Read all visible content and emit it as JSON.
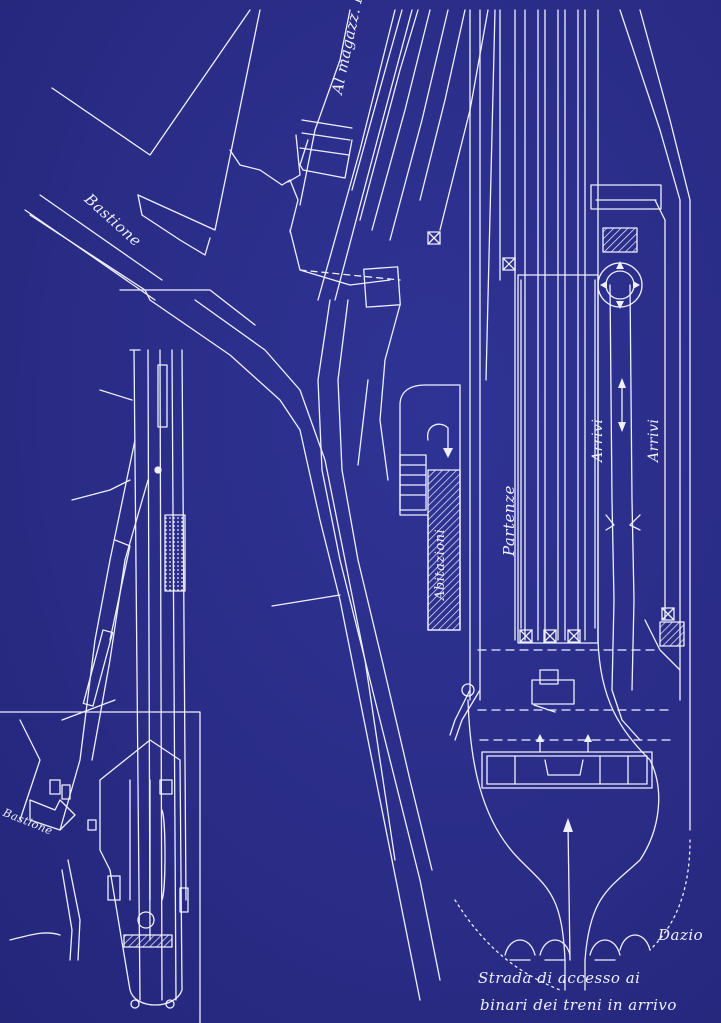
{
  "map": {
    "labels": {
      "bastione_top": "Bastione",
      "al_magazzini": "Al magazz. P.V.",
      "partenze": "Partenze",
      "arrivi_1": "Arrivi",
      "arrivi_2": "Arrivi",
      "bastione_low": "Bastione",
      "dazio": "Dazio",
      "access_line_1": "Strada di accesso ai",
      "access_line_2": "binari dei treni in arrivo",
      "side_word": "Abitazioni"
    },
    "colors": {
      "paper": "#2a2c86",
      "ink": "#eef0ff"
    }
  }
}
